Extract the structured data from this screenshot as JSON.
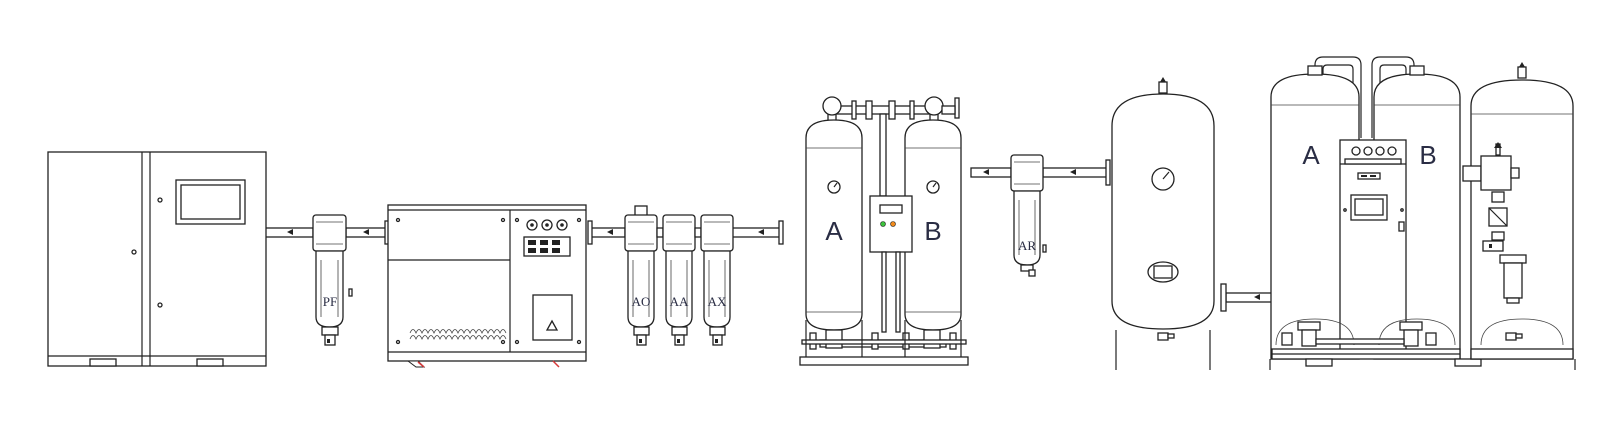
{
  "labels": {
    "pf": "PF",
    "ao": "AO",
    "aa": "AA",
    "ax": "AX",
    "dryer_a": "A",
    "dryer_b": "B",
    "ar": "AR",
    "gen_a": "A",
    "gen_b": "B"
  },
  "colors": {
    "line": "#222222",
    "label": "#2a2d44",
    "led_green": "#3cc13c",
    "led_orange": "#f08a1c",
    "foot_red": "#d83a3a"
  }
}
